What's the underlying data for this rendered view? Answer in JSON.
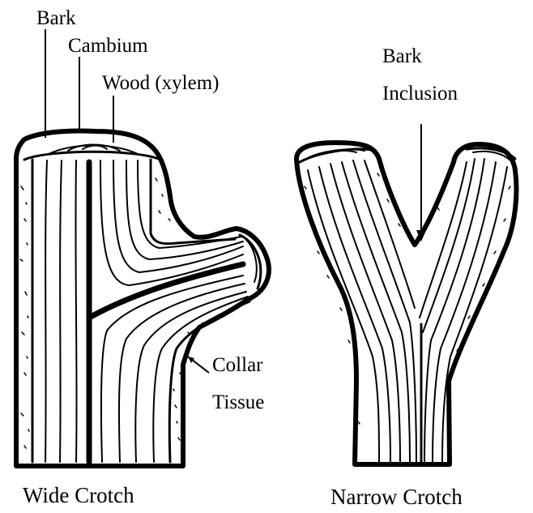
{
  "labels": {
    "bark": "Bark",
    "cambium": "Cambium",
    "wood": "Wood (xylem)",
    "bark_inclusion_line1": "Bark",
    "bark_inclusion_line2": "Inclusion",
    "collar_line1": "Collar",
    "collar_line2": "Tissue"
  },
  "captions": {
    "wide": "Wide Crotch",
    "narrow": "Narrow Crotch"
  },
  "colors": {
    "ink": "#000000",
    "paper": "#ffffff"
  }
}
